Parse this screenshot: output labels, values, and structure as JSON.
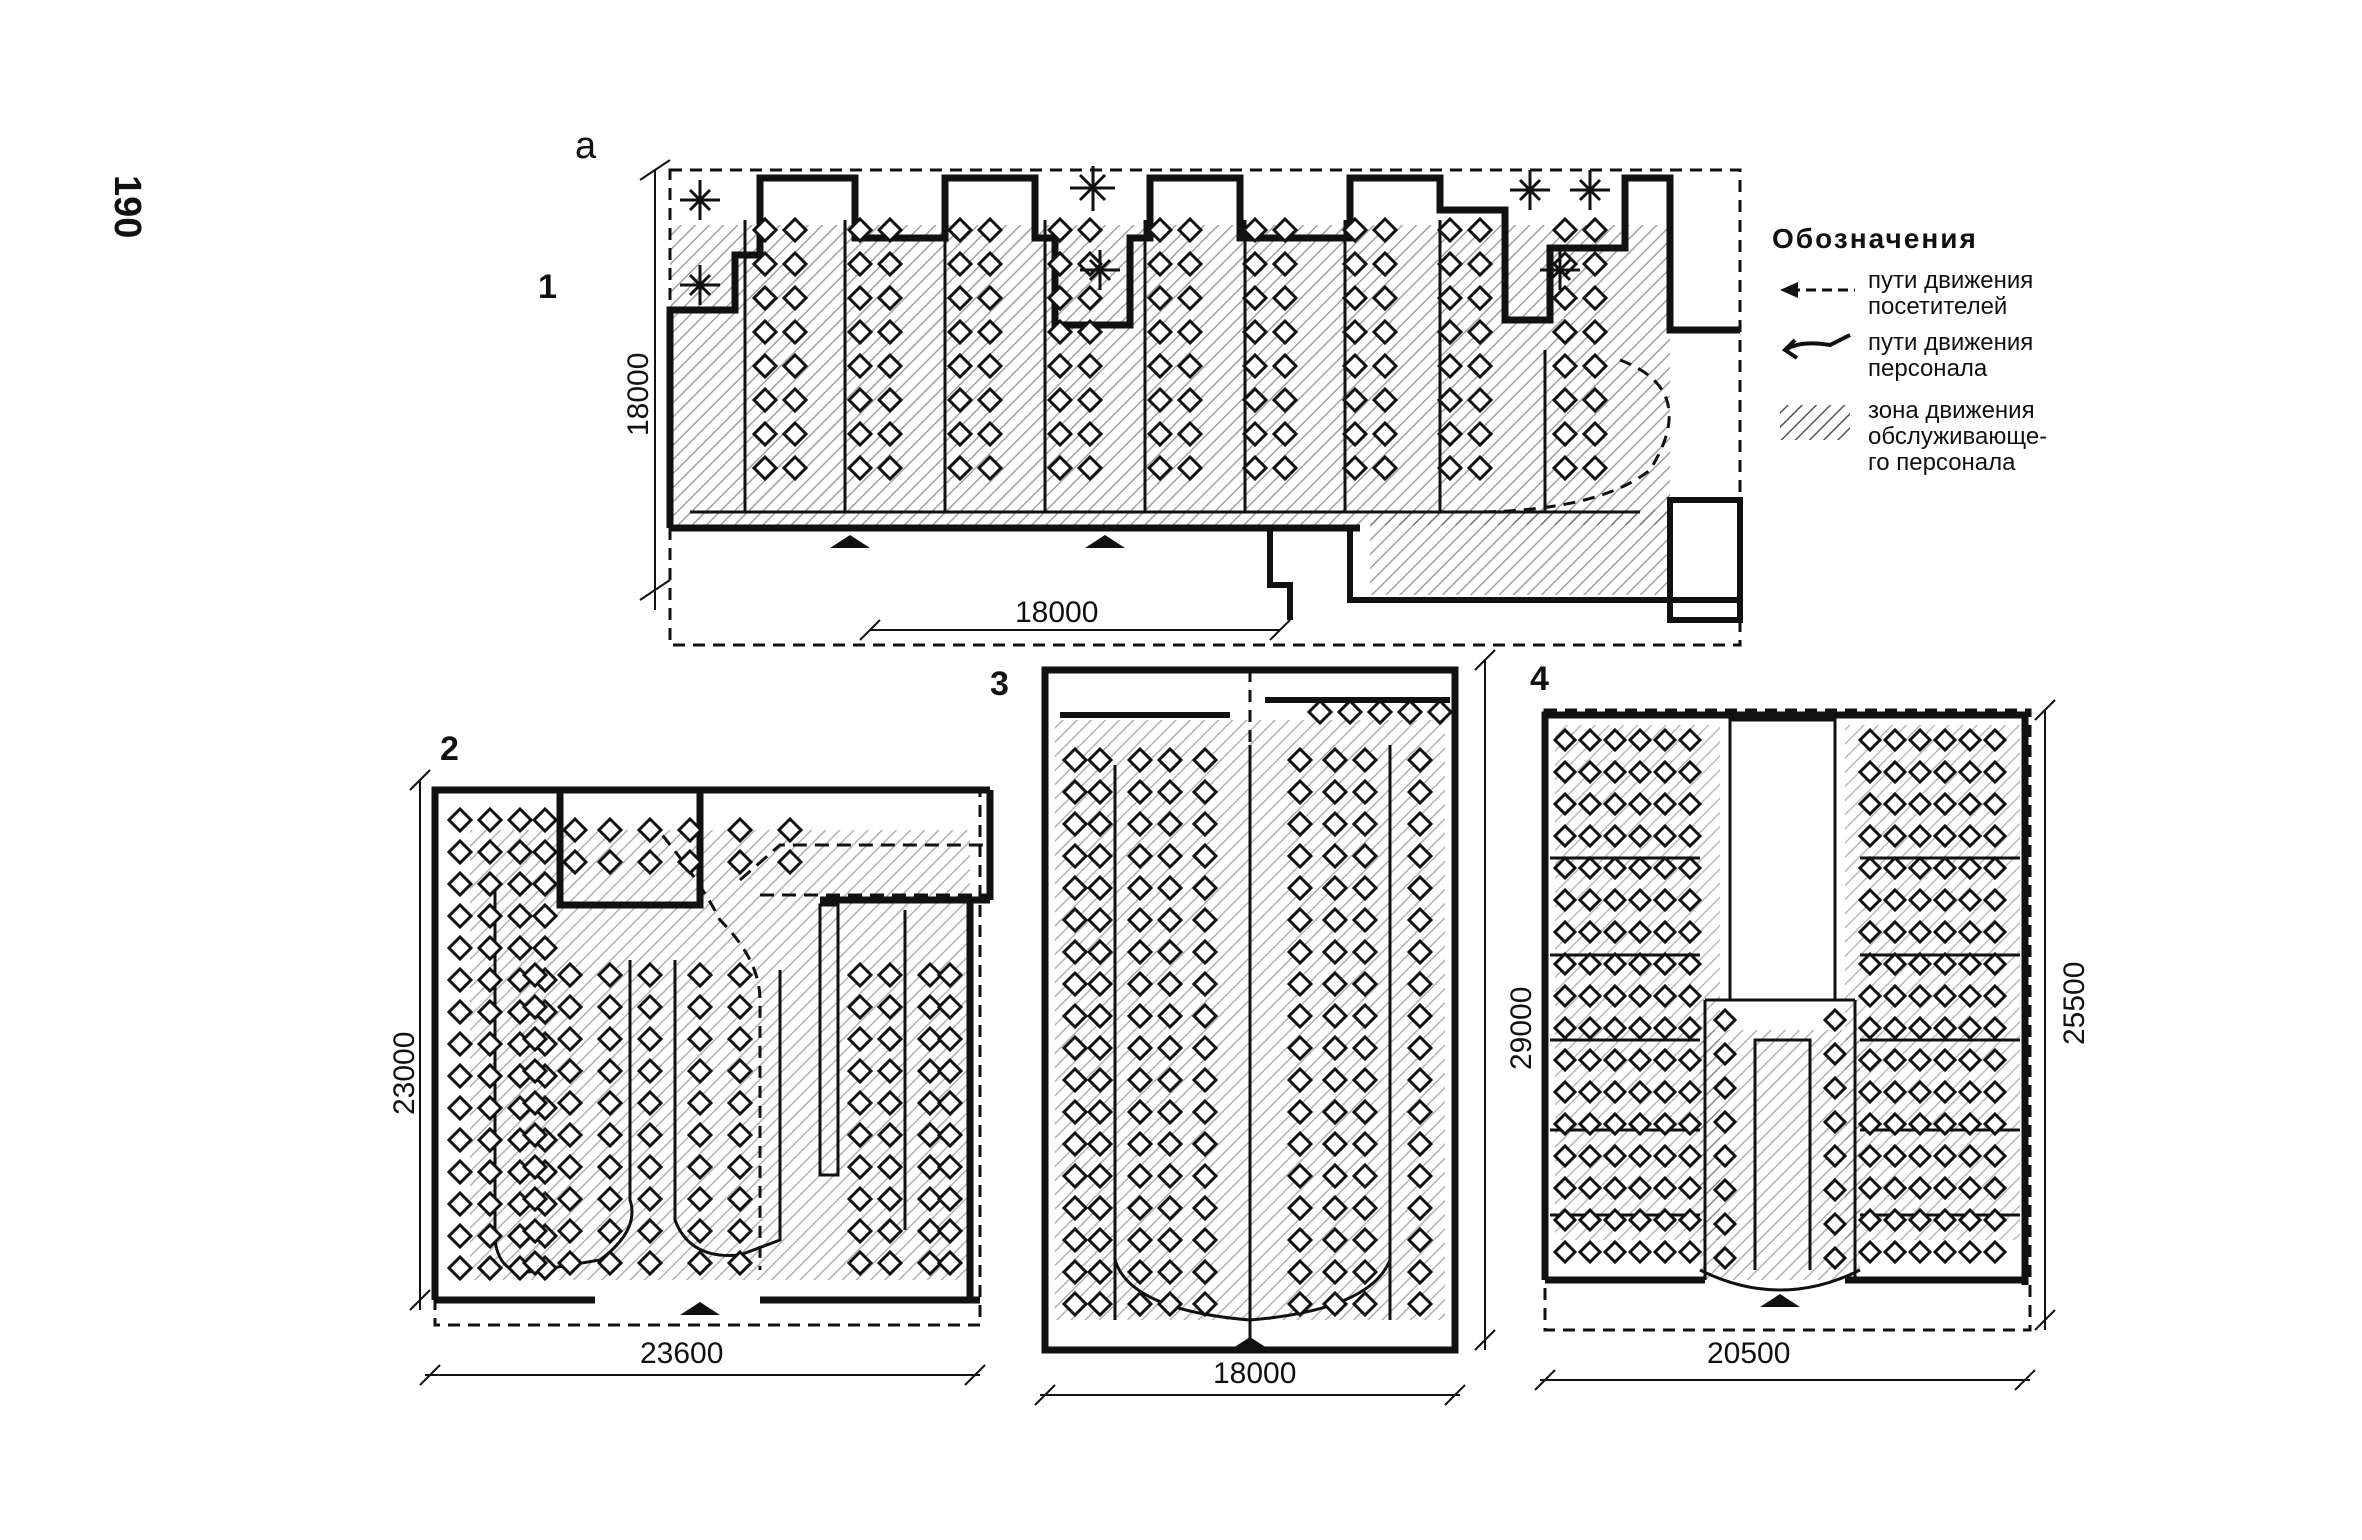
{
  "page_number": "190",
  "figure_letter": "а",
  "legend": {
    "title": "Обозначения",
    "items": [
      {
        "icon": "dashed-arrow-icon",
        "text_1": "пути движения",
        "text_2": "посетителей"
      },
      {
        "icon": "staff-arrow-icon",
        "text_1": "пути движения",
        "text_2": "персонала"
      },
      {
        "icon": "hatched-zone-icon",
        "text_1": "зона движения",
        "text_2": "обслуживающе-",
        "text_3": "го персонала"
      }
    ]
  },
  "plans": [
    {
      "number": "1",
      "dim_width": "18000",
      "dim_height": "18000"
    },
    {
      "number": "2",
      "dim_width": "23600",
      "dim_height": "23000"
    },
    {
      "number": "3",
      "dim_width": "18000",
      "dim_height": "29000"
    },
    {
      "number": "4",
      "dim_width": "20500",
      "dim_height": "25500"
    }
  ],
  "colors": {
    "ink": "#111111",
    "hatch": "#555555",
    "paper": "#ffffff"
  }
}
